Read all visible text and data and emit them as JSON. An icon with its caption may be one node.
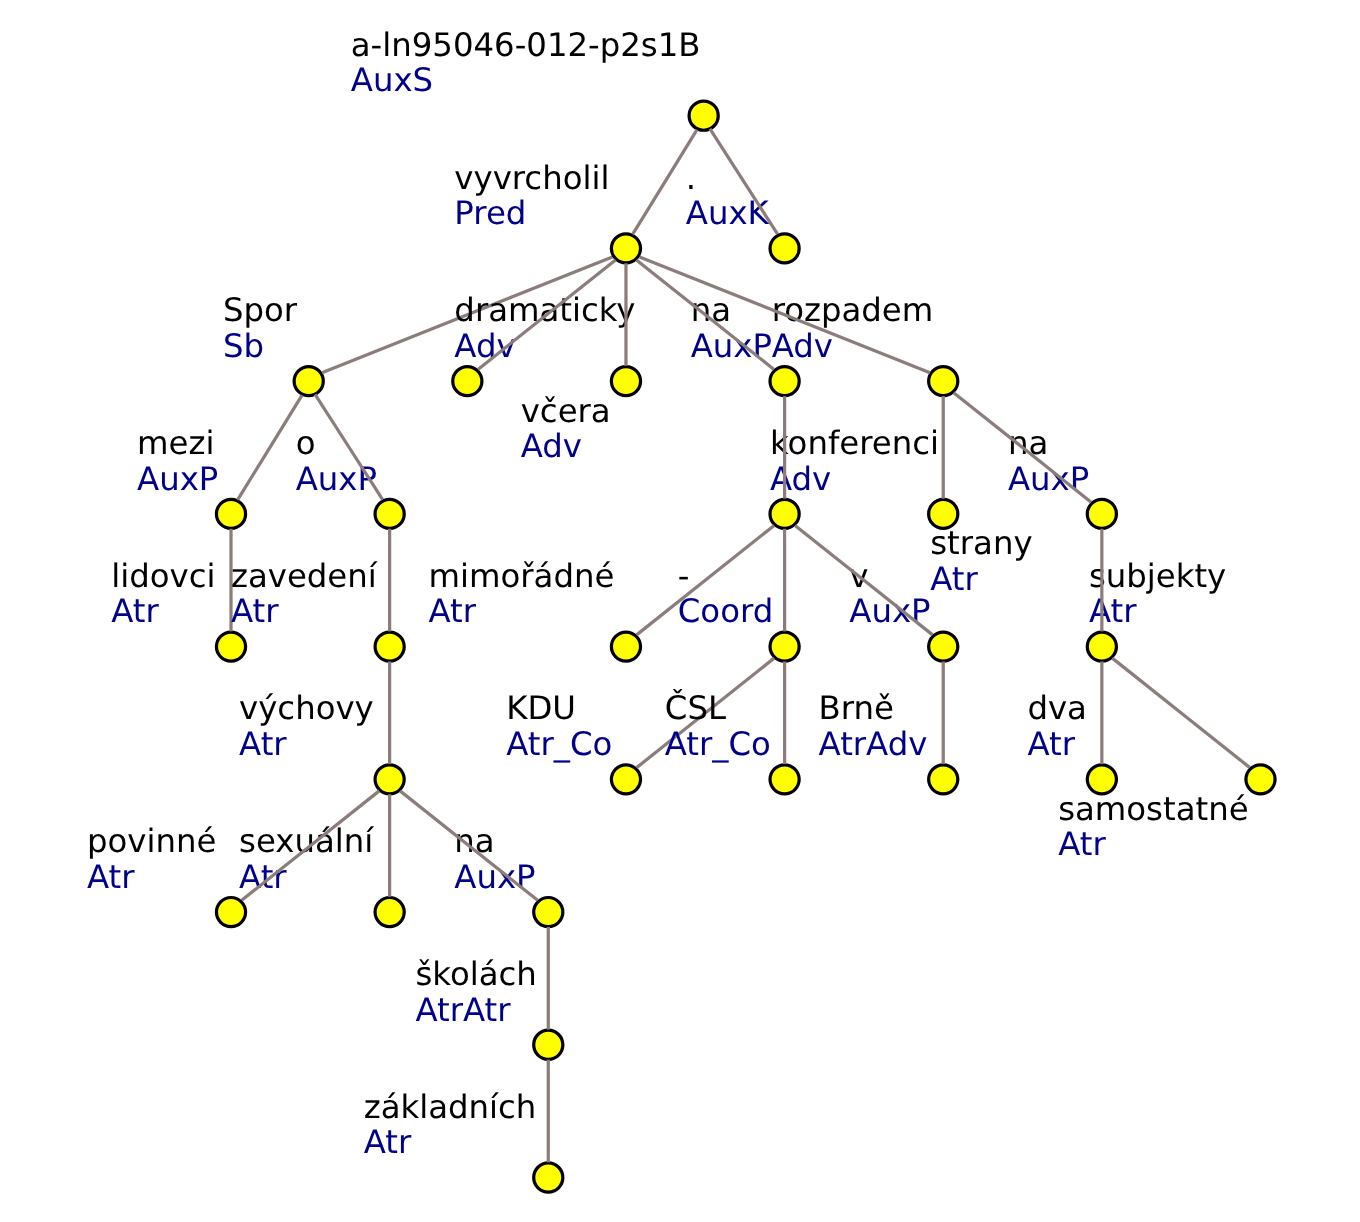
{
  "diagram": {
    "nodes": [
      {
        "text": [],
        "shape": "circle",
        "beside": [
          "a-ln95046-012-p2s1B",
          "AuxS"
        ]
      },
      {
        "text": [],
        "shape": "circle",
        "beside": [
          "Spor",
          "Sb"
        ]
      },
      {
        "text": [],
        "shape": "circle",
        "beside": [
          "mezi",
          "AuxP"
        ]
      },
      {
        "text": [],
        "shape": "circle",
        "beside": [
          "lidovci",
          "Atr"
        ]
      },
      {
        "text": [],
        "shape": "circle",
        "beside": [
          "o",
          "AuxP"
        ]
      },
      {
        "text": [],
        "shape": "circle",
        "beside": [
          "zavedení",
          "Atr"
        ]
      },
      {
        "text": [],
        "shape": "circle",
        "beside": [
          "povinné",
          "Atr"
        ]
      },
      {
        "text": [],
        "shape": "circle",
        "beside": [
          "sexuální",
          "Atr"
        ]
      },
      {
        "text": [],
        "shape": "circle",
        "beside": [
          "výchovy",
          "Atr"
        ]
      },
      {
        "text": [],
        "shape": "circle",
        "beside": [
          "na",
          "AuxP"
        ]
      },
      {
        "text": [],
        "shape": "circle",
        "beside": [
          "školách",
          "AtrAtr"
        ]
      },
      {
        "text": [],
        "shape": "circle",
        "beside": [
          "základních",
          "Atr"
        ]
      },
      {
        "text": [],
        "shape": "circle",
        "beside": [
          "vyvrcholil",
          "Pred"
        ]
      },
      {
        "text": [],
        "shape": "circle",
        "beside": [
          "dramaticky",
          "Adv"
        ]
      },
      {
        "text": [],
        "shape": "circle",
        "beside": [
          "včera",
          "Adv"
        ]
      },
      {
        "text": [],
        "shape": "circle",
        "beside": [
          "na",
          "AuxP"
        ]
      },
      {
        "text": [],
        "shape": "circle",
        "beside": [
          "mimořádné",
          "Atr"
        ]
      },
      {
        "text": [],
        "shape": "circle",
        "beside": [
          "konferenci",
          "Adv"
        ]
      },
      {
        "text": [],
        "shape": "circle",
        "beside": [
          "KDU",
          "Atr_Co"
        ]
      },
      {
        "text": [],
        "shape": "circle",
        "beside": [
          "-",
          "Coord"
        ]
      },
      {
        "text": [],
        "shape": "circle",
        "beside": [
          "ČSL",
          "Atr_Co"
        ]
      },
      {
        "text": [],
        "shape": "circle",
        "beside": [
          "v",
          "AuxP"
        ]
      },
      {
        "text": [],
        "shape": "circle",
        "beside": [
          "Brně",
          "AtrAdv"
        ]
      },
      {
        "text": [],
        "shape": "circle",
        "beside": [
          "rozpadem",
          "Adv"
        ]
      },
      {
        "text": [],
        "shape": "circle",
        "beside": [
          "strany",
          "Atr"
        ]
      },
      {
        "text": [],
        "shape": "circle",
        "beside": [
          "na",
          "AuxP"
        ]
      },
      {
        "text": [],
        "shape": "circle",
        "beside": [
          "dva",
          "Atr"
        ]
      },
      {
        "text": [],
        "shape": "circle",
        "beside": [
          "samostatné",
          "Atr"
        ]
      },
      {
        "text": [],
        "shape": "circle",
        "beside": [
          "subjekty",
          "Atr"
        ]
      },
      {
        "text": [],
        "shape": "circle",
        "beside": [
          ".",
          "AuxK"
        ]
      }
    ],
    "edges": [
      {
        "from": 0,
        "to": 12,
        "arrow": "none"
      },
      {
        "from": 0,
        "to": 29,
        "arrow": "none"
      },
      {
        "from": 12,
        "to": 1,
        "arrow": "none"
      },
      {
        "from": 12,
        "to": 13,
        "arrow": "none"
      },
      {
        "from": 12,
        "to": 14,
        "arrow": "none"
      },
      {
        "from": 12,
        "to": 15,
        "arrow": "none"
      },
      {
        "from": 12,
        "to": 23,
        "arrow": "none"
      },
      {
        "from": 1,
        "to": 2,
        "arrow": "none"
      },
      {
        "from": 1,
        "to": 4,
        "arrow": "none"
      },
      {
        "from": 2,
        "to": 3,
        "arrow": "none"
      },
      {
        "from": 4,
        "to": 5,
        "arrow": "none"
      },
      {
        "from": 5,
        "to": 8,
        "arrow": "none"
      },
      {
        "from": 8,
        "to": 6,
        "arrow": "none"
      },
      {
        "from": 8,
        "to": 7,
        "arrow": "none"
      },
      {
        "from": 8,
        "to": 9,
        "arrow": "none"
      },
      {
        "from": 9,
        "to": 10,
        "arrow": "none"
      },
      {
        "from": 10,
        "to": 11,
        "arrow": "none"
      },
      {
        "from": 15,
        "to": 17,
        "arrow": "none"
      },
      {
        "from": 17,
        "to": 16,
        "arrow": "none"
      },
      {
        "from": 17,
        "to": 19,
        "arrow": "none"
      },
      {
        "from": 17,
        "to": 21,
        "arrow": "none"
      },
      {
        "from": 19,
        "to": 18,
        "arrow": "none"
      },
      {
        "from": 19,
        "to": 20,
        "arrow": "none"
      },
      {
        "from": 21,
        "to": 22,
        "arrow": "none"
      },
      {
        "from": 23,
        "to": 24,
        "arrow": "none"
      },
      {
        "from": 23,
        "to": 25,
        "arrow": "none"
      },
      {
        "from": 25,
        "to": 28,
        "arrow": "none"
      },
      {
        "from": 28,
        "to": 26,
        "arrow": "none"
      },
      {
        "from": 28,
        "to": 27,
        "arrow": "none"
      }
    ]
  }
}
